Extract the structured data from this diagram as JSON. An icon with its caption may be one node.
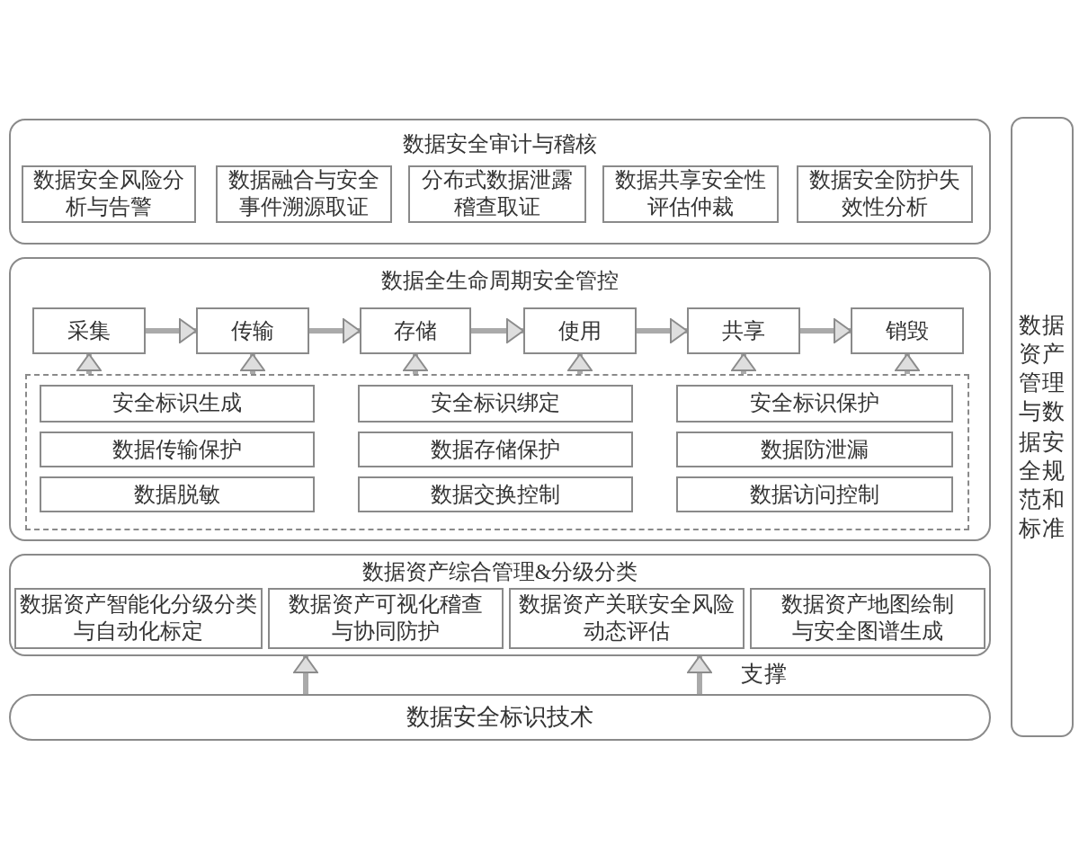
{
  "diagram": {
    "nodes": [
      {
        "text": [
          "数据安全审计与稽核"
        ]
      },
      {
        "text": [
          "数据安全风险分析与告警"
        ],
        "in": 0
      },
      {
        "text": [
          "数据融合与安全事件溯源取证"
        ],
        "in": 0
      },
      {
        "text": [
          "分布式数据泄露稽查取证"
        ],
        "in": 0
      },
      {
        "text": [
          "数据共享安全性评估仲裁"
        ],
        "in": 0
      },
      {
        "text": [
          "数据安全防护失效性分析"
        ],
        "in": 0
      },
      {
        "text": [
          "数据全生命周期安全管控"
        ]
      },
      {
        "text": [
          "采集"
        ],
        "in": 6
      },
      {
        "text": [
          "传输"
        ],
        "in": 6
      },
      {
        "text": [
          "存储"
        ],
        "in": 6
      },
      {
        "text": [
          "使用"
        ],
        "in": 6
      },
      {
        "text": [
          "共享"
        ],
        "in": 6
      },
      {
        "text": [
          "销毁"
        ],
        "in": 6
      },
      {
        "text": [],
        "shape": "box",
        "in": 6
      },
      {
        "text": [
          "安全标识生成"
        ],
        "in": 13
      },
      {
        "text": [
          "安全标识绑定"
        ],
        "in": 13
      },
      {
        "text": [
          "安全标识保护"
        ],
        "in": 13
      },
      {
        "text": [
          "数据传输保护"
        ],
        "in": 13
      },
      {
        "text": [
          "数据存储保护"
        ],
        "in": 13
      },
      {
        "text": [
          "数据防泄漏"
        ],
        "in": 13
      },
      {
        "text": [
          "数据脱敏"
        ],
        "in": 13
      },
      {
        "text": [
          "数据交换控制"
        ],
        "in": 13
      },
      {
        "text": [
          "数据访问控制"
        ],
        "in": 13
      },
      {
        "text": [
          "数据资产综合管理&分级分类"
        ]
      },
      {
        "text": [
          "数据资产智能化分级分类与自动化标定"
        ],
        "in": 23
      },
      {
        "text": [
          "数据资产可视化稽查与协同防护"
        ],
        "in": 23
      },
      {
        "text": [
          "数据资产关联安全风险动态评估"
        ],
        "in": 23
      },
      {
        "text": [
          "数据资产地图绘制与安全图谱生成"
        ],
        "in": 23
      },
      {
        "text": [
          "数据安全标识技术"
        ]
      },
      {
        "text": [
          "数据资产管理与数据安全规范和标准"
        ]
      }
    ],
    "edges": [
      {
        "from": 7,
        "to": 8,
        "arrow": "to"
      },
      {
        "from": 8,
        "to": 9,
        "arrow": "to"
      },
      {
        "from": 9,
        "to": 10,
        "arrow": "to"
      },
      {
        "from": 10,
        "to": 11,
        "arrow": "to"
      },
      {
        "from": 11,
        "to": 12,
        "arrow": "to"
      },
      {
        "from": 13,
        "to": 7,
        "arrow": "to"
      },
      {
        "from": 13,
        "to": 8,
        "arrow": "to"
      },
      {
        "from": 13,
        "to": 9,
        "arrow": "to"
      },
      {
        "from": 13,
        "to": 10,
        "arrow": "to"
      },
      {
        "from": 13,
        "to": 11,
        "arrow": "to"
      },
      {
        "from": 13,
        "to": 12,
        "arrow": "to"
      },
      {
        "from": 28,
        "to": 23,
        "arrow": "to"
      },
      {
        "from": 28,
        "to": 23,
        "arrow": "to",
        "label": "支撑"
      }
    ]
  }
}
